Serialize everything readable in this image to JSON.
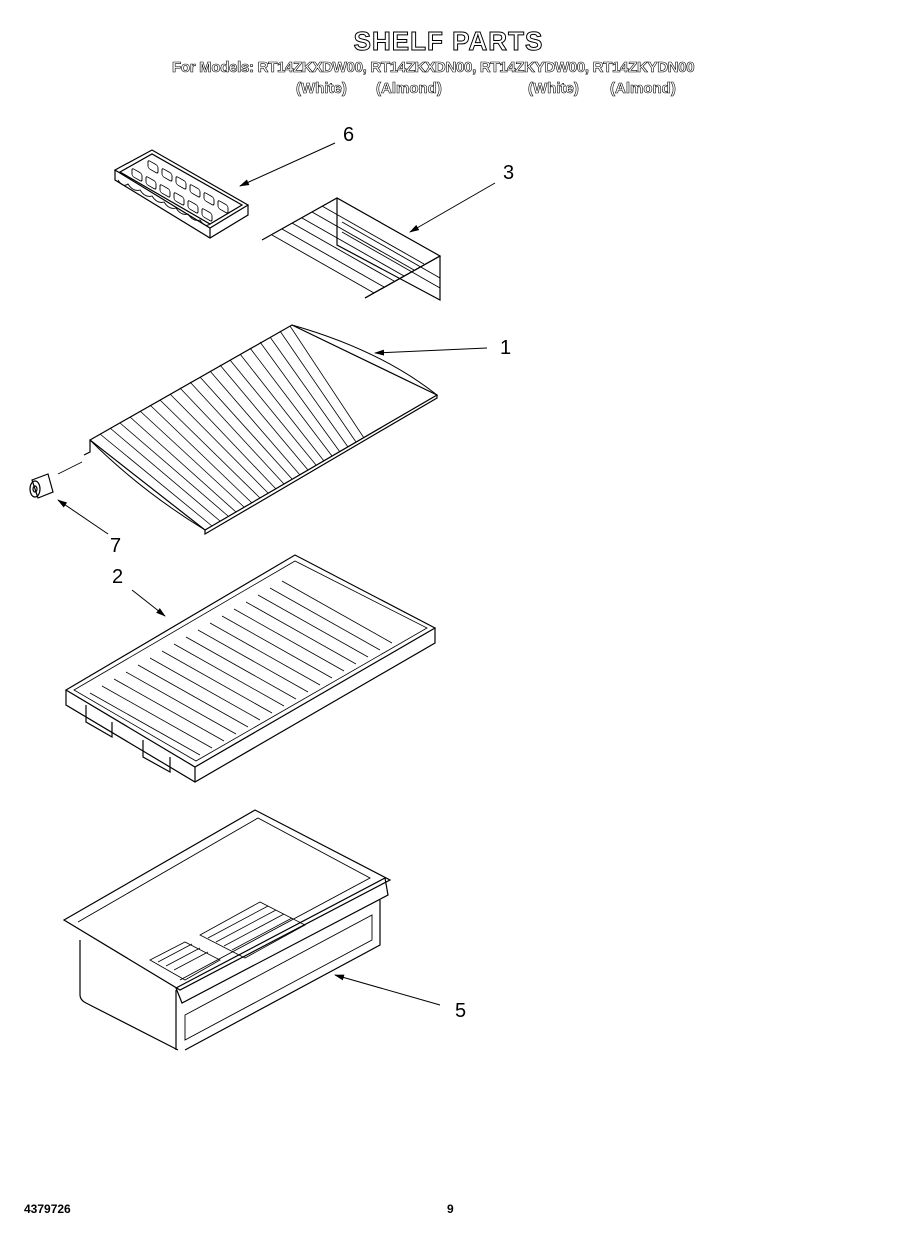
{
  "header": {
    "title": "SHELF PARTS",
    "models_line": "For Models: RT14ZKXDW00, RT14ZKXDN00, RT14ZKYDW00, RT14ZKYDN00",
    "colors": [
      "(White)",
      "(Almond)",
      "(White)",
      "(Almond)"
    ]
  },
  "callouts": [
    {
      "id": "6",
      "label": "6",
      "part": "ice-cube-tray"
    },
    {
      "id": "3",
      "label": "3",
      "part": "wire-half-shelf"
    },
    {
      "id": "1",
      "label": "1",
      "part": "wire-shelf"
    },
    {
      "id": "7",
      "label": "7",
      "part": "shelf-spacer"
    },
    {
      "id": "2",
      "label": "2",
      "part": "plastic-tray-shelf"
    },
    {
      "id": "5",
      "label": "5",
      "part": "crisper-drawer"
    }
  ],
  "footer": {
    "doc_number": "4379726",
    "page_number": "9"
  }
}
